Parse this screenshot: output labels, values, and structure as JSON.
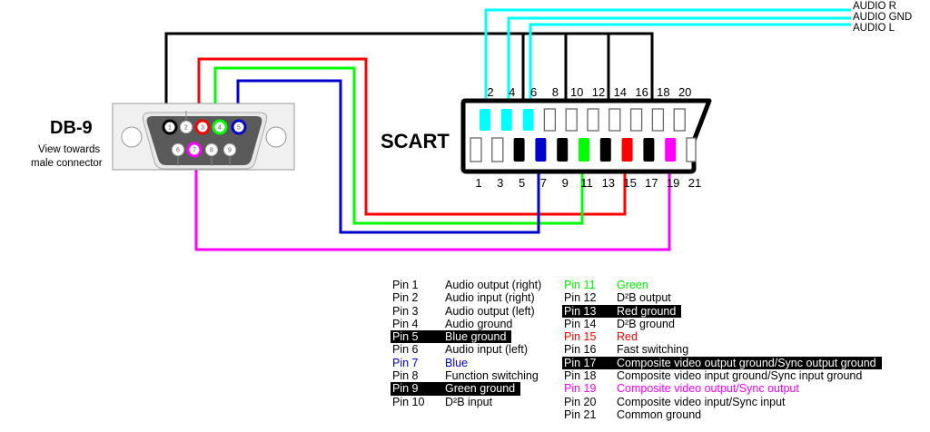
{
  "db9": {
    "title": "DB-9",
    "subtitle_line1": "View towards",
    "subtitle_line2": "male connector",
    "pins_top": [
      "1",
      "2",
      "3",
      "4",
      "5"
    ],
    "pins_bottom": [
      "6",
      "7",
      "8",
      "9"
    ]
  },
  "scart": {
    "title": "SCART",
    "even_labels": [
      "2",
      "4",
      "6",
      "8",
      "10",
      "12",
      "14",
      "16",
      "18",
      "20"
    ],
    "odd_labels": [
      "1",
      "3",
      "5",
      "7",
      "9",
      "11",
      "13",
      "15",
      "17",
      "19",
      "21"
    ]
  },
  "audio": {
    "r": "AUDIO R",
    "gnd": "AUDIO GND",
    "l": "AUDIO L"
  },
  "colors": {
    "black": "#000000",
    "red": "#ff0000",
    "green": "#00ff00",
    "blue": "#0000cc",
    "magenta": "#ff00ff",
    "cyan": "#00ffff"
  },
  "wiring": [
    {
      "db9_pin": "1",
      "scart_pins": [
        "5",
        "9",
        "13",
        "17"
      ],
      "color": "black"
    },
    {
      "db9_pin": "3",
      "scart_pins": [
        "15"
      ],
      "color": "red"
    },
    {
      "db9_pin": "4",
      "scart_pins": [
        "11"
      ],
      "color": "green"
    },
    {
      "db9_pin": "5",
      "scart_pins": [
        "7"
      ],
      "color": "blue"
    },
    {
      "db9_pin": "7",
      "scart_pins": [
        "19"
      ],
      "color": "magenta"
    },
    {
      "audio": "AUDIO R",
      "scart_pins": [
        "2"
      ],
      "color": "cyan"
    },
    {
      "audio": "AUDIO GND",
      "scart_pins": [
        "4"
      ],
      "color": "cyan"
    },
    {
      "audio": "AUDIO L",
      "scart_pins": [
        "6"
      ],
      "color": "cyan"
    }
  ],
  "pin_table_left": [
    {
      "pin": "Pin 1",
      "desc": "Audio output (right)",
      "style": "normal"
    },
    {
      "pin": "Pin 2",
      "desc": "Audio input (right)",
      "style": "normal"
    },
    {
      "pin": "Pin 3",
      "desc": "Audio output (left)",
      "style": "normal"
    },
    {
      "pin": "Pin 4",
      "desc": "Audio ground",
      "style": "normal"
    },
    {
      "pin": "Pin 5",
      "desc": "Blue ground",
      "style": "highlight"
    },
    {
      "pin": "Pin 6",
      "desc": "Audio input (left)",
      "style": "normal"
    },
    {
      "pin": "Pin 7",
      "desc": "Blue",
      "style": "blue"
    },
    {
      "pin": "Pin 8",
      "desc": "Function switching",
      "style": "normal"
    },
    {
      "pin": "Pin 9",
      "desc": "Green ground",
      "style": "highlight"
    },
    {
      "pin": "Pin 10",
      "desc": "D²B input",
      "style": "normal"
    }
  ],
  "pin_table_right": [
    {
      "pin": "Pin 11",
      "desc": "Green",
      "style": "green"
    },
    {
      "pin": "Pin 12",
      "desc": "D²B output",
      "style": "normal"
    },
    {
      "pin": "Pin 13",
      "desc": "Red ground",
      "style": "highlight"
    },
    {
      "pin": "Pin 14",
      "desc": "D²B ground",
      "style": "normal"
    },
    {
      "pin": "Pin 15",
      "desc": "Red",
      "style": "red"
    },
    {
      "pin": "Pin 16",
      "desc": "Fast switching",
      "style": "normal"
    },
    {
      "pin": "Pin 17",
      "desc": "Composite video output ground/Sync output ground",
      "style": "highlight"
    },
    {
      "pin": "Pin 18",
      "desc": "Composite video input ground/Sync input ground",
      "style": "normal"
    },
    {
      "pin": "Pin 19",
      "desc": "Composite video output/Sync output",
      "style": "magenta"
    },
    {
      "pin": "Pin 20",
      "desc": "Composite video input/Sync input",
      "style": "normal"
    },
    {
      "pin": "Pin 21",
      "desc": "Common ground",
      "style": "normal"
    }
  ]
}
